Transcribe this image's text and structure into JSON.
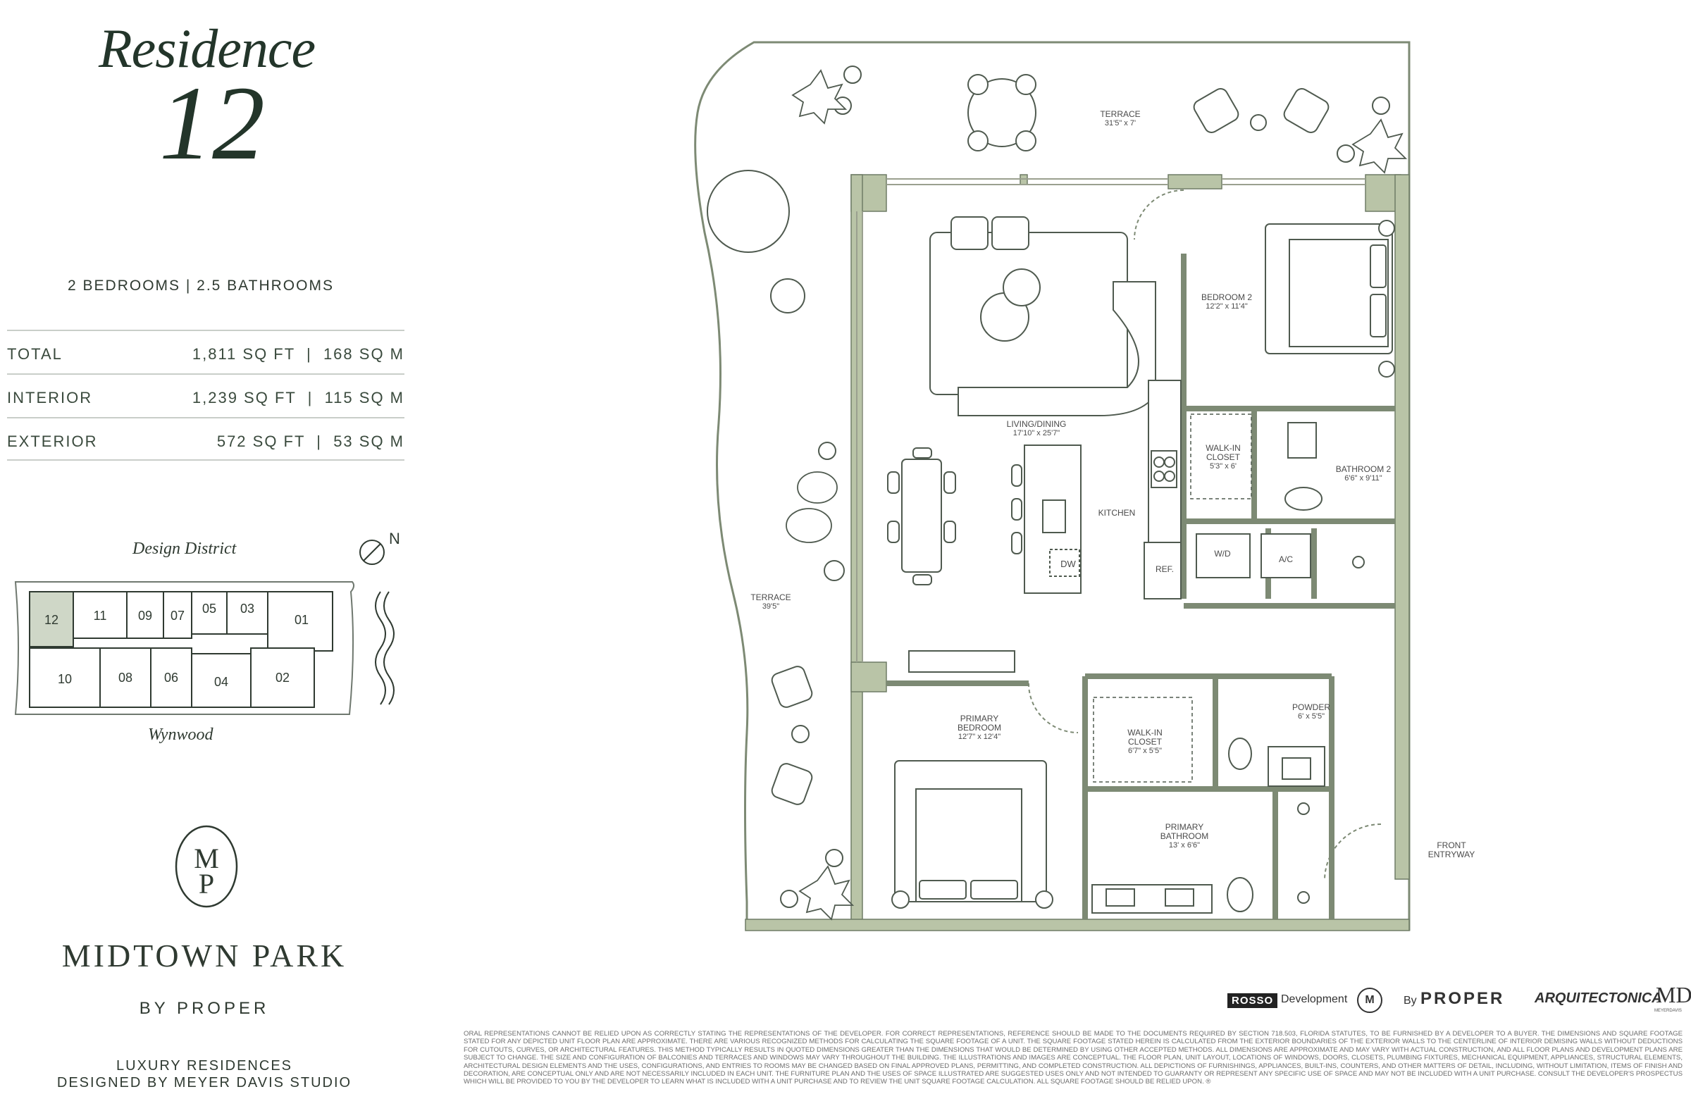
{
  "header": {
    "title_word": "Residence",
    "title_number": "12"
  },
  "summary": {
    "bed_bath": "2 BEDROOMS | 2.5 BATHROOMS"
  },
  "specs": [
    {
      "label": "TOTAL",
      "value": "1,811 SQ FT  |  168 SQ M"
    },
    {
      "label": "INTERIOR",
      "value": "1,239 SQ FT  |  115 SQ M"
    },
    {
      "label": "EXTERIOR",
      "value": "572 SQ FT  |  53 SQ M"
    }
  ],
  "keyplan": {
    "top_label": "Design District",
    "bottom_label": "Wynwood",
    "north": "N",
    "highlight": "12",
    "units": [
      "12",
      "11",
      "09",
      "07",
      "05",
      "03",
      "01",
      "10",
      "08",
      "06",
      "04",
      "02"
    ]
  },
  "brand": {
    "monogram": "MP",
    "name": "MIDTOWN PARK",
    "by": "BY PROPER",
    "tagline_1": "LUXURY RESIDENCES",
    "tagline_2": "DESIGNED BY MEYER DAVIS STUDIO"
  },
  "rooms": {
    "terrace_top": {
      "name": "TERRACE",
      "dim": "31'5\" x 7'"
    },
    "terrace_side": {
      "name": "TERRACE",
      "dim": "39'5\""
    },
    "bedroom2": {
      "name": "BEDROOM 2",
      "dim": "12'2\" x 11'4\""
    },
    "living": {
      "name": "LIVING/DINING",
      "dim": "17'10\" x 25'7\""
    },
    "walkin1": {
      "name": "WALK-IN CLOSET",
      "dim": "5'3\" x 6'"
    },
    "bath2": {
      "name": "BATHROOM 2",
      "dim": "6'6\" x 9'11\""
    },
    "kitchen": {
      "name": "KITCHEN"
    },
    "wd": {
      "name": "W/D"
    },
    "ac": {
      "name": "A/C"
    },
    "ref": {
      "name": "REF."
    },
    "dw": {
      "name": "DW"
    },
    "primary_bed": {
      "name": "PRIMARY BEDROOM",
      "dim": "12'7\" x 12'4\""
    },
    "walkin2": {
      "name": "WALK-IN CLOSET",
      "dim": "6'7\" x 5'5\""
    },
    "powder": {
      "name": "POWDER",
      "dim": "6' x 5'5\""
    },
    "primary_bath": {
      "name": "PRIMARY BATHROOM",
      "dim": "13' x 6'6\""
    },
    "entry": {
      "name": "FRONT ENTRYWAY"
    }
  },
  "partners": {
    "rosso": "ROSSO",
    "development": "Development",
    "m_badge": "M",
    "by": "By",
    "proper": "PROPER",
    "arquitectonica": "ARQUITECTONICA",
    "md": "MD",
    "md_sub": "MEYERDAVIS"
  },
  "disclaimer": "ORAL REPRESENTATIONS CANNOT BE RELIED UPON AS CORRECTLY STATING THE REPRESENTATIONS OF THE DEVELOPER. FOR CORRECT REPRESENTATIONS, REFERENCE SHOULD BE MADE TO THE DOCUMENTS REQUIRED BY SECTION 718.503, FLORIDA STATUTES, TO BE FURNISHED BY A DEVELOPER TO A BUYER. THE DIMENSIONS AND SQUARE FOOTAGE STATED FOR ANY DEPICTED UNIT FLOOR PLAN ARE APPROXIMATE. THERE ARE VARIOUS RECOGNIZED METHODS FOR CALCULATING THE SQUARE FOOTAGE OF A UNIT. THE SQUARE FOOTAGE STATED HEREIN IS CALCULATED FROM THE EXTERIOR BOUNDARIES OF THE EXTERIOR WALLS TO THE CENTERLINE OF INTERIOR DEMISING WALLS WITHOUT DEDUCTIONS FOR CUTOUTS, CURVES, OR ARCHITECTURAL FEATURES. THIS METHOD TYPICALLY RESULTS IN QUOTED DIMENSIONS GREATER THAN THE DIMENSIONS THAT WOULD BE DETERMINED BY USING OTHER ACCEPTED METHODS. ALL DIMENSIONS ARE APPROXIMATE AND MAY VARY WITH ACTUAL CONSTRUCTION, AND ALL FLOOR PLANS AND DEVELOPMENT PLANS ARE SUBJECT TO CHANGE. THE SIZE AND CONFIGURATION OF BALCONIES AND TERRACES AND WINDOWS MAY VARY THROUGHOUT THE BUILDING. THE ILLUSTRATIONS AND IMAGES ARE CONCEPTUAL. THE FLOOR PLAN, UNIT LAYOUT, LOCATIONS OF WINDOWS, DOORS, CLOSETS, PLUMBING FIXTURES, MECHANICAL EQUIPMENT, APPLIANCES, STRUCTURAL ELEMENTS, ARCHITECTURAL DESIGN ELEMENTS AND THE USES, CONFIGURATIONS, AND ENTRIES TO ROOMS MAY BE CHANGED BASED ON FINAL APPROVED PLANS, PERMITTING, AND COMPLETED CONSTRUCTION. ALL DEPICTIONS OF FURNISHINGS, APPLIANCES, BUILT-INS, COUNTERS, AND OTHER MATTERS OF DETAIL, INCLUDING, WITHOUT LIMITATION, ITEMS OF FINISH AND DECORATION, ARE CONCEPTUAL ONLY AND ARE NOT NECESSARILY INCLUDED IN EACH UNIT. THE FURNITURE PLAN AND THE USES OF SPACE ILLUSTRATED ARE SUGGESTED USES ONLY AND NOT INTENDED TO GUARANTY OR REPRESENT ANY SPECIFIC USE OF SPACE AND MAY NOT BE INCLUDED WITH A UNIT PURCHASE. CONSULT THE DEVELOPER'S PROSPECTUS WHICH WILL BE PROVIDED TO YOU BY THE DEVELOPER TO LEARN WHAT IS INCLUDED WITH A UNIT PURCHASE AND TO REVIEW THE UNIT SQUARE FOOTAGE CALCULATION. ALL SQUARE FOOTAGE SHOULD BE RELIED UPON. ®"
}
